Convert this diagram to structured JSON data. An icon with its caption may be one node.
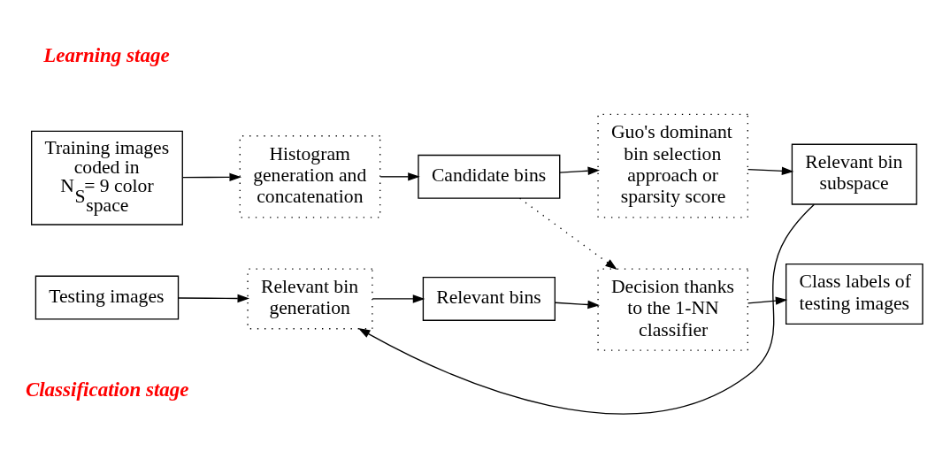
{
  "diagram": {
    "nodes": [
      {
        "text": [
          "Training images coded in N$_{S}$= 9 color space"
        ]
      },
      {
        "text": [
          "Histogram generation and concatenation"
        ]
      },
      {
        "text": [
          "Candidate bins"
        ]
      },
      {
        "text": [
          "Guo's dominant bin selection approach or sparsity score"
        ]
      },
      {
        "text": [
          "Relevant bin subspace"
        ]
      },
      {
        "text": [
          "Testing images"
        ]
      },
      {
        "text": [
          "Relevant bin generation"
        ]
      },
      {
        "text": [
          "Relevant bins"
        ]
      },
      {
        "text": [
          "Decision thanks to the 1-NN classifier"
        ]
      },
      {
        "text": [
          "Class labels of testing images"
        ]
      }
    ],
    "edges": [
      {
        "from": 0,
        "to": 1,
        "arrow": "to"
      },
      {
        "from": 1,
        "to": 2,
        "arrow": "to"
      },
      {
        "from": 2,
        "to": 3,
        "arrow": "to"
      },
      {
        "from": 3,
        "to": 4,
        "arrow": "to"
      },
      {
        "from": 4,
        "to": 6,
        "arrow": "to"
      },
      {
        "from": 2,
        "to": 8,
        "arrow": "to",
        "style": "dashed"
      },
      {
        "from": 5,
        "to": 6,
        "arrow": "to"
      },
      {
        "from": 6,
        "to": 7,
        "arrow": "to"
      },
      {
        "from": 7,
        "to": 8,
        "arrow": "to"
      },
      {
        "from": 8,
        "to": 9,
        "arrow": "to"
      }
    ],
    "labels": [
      "Learning stage",
      "Classification stage"
    ]
  }
}
